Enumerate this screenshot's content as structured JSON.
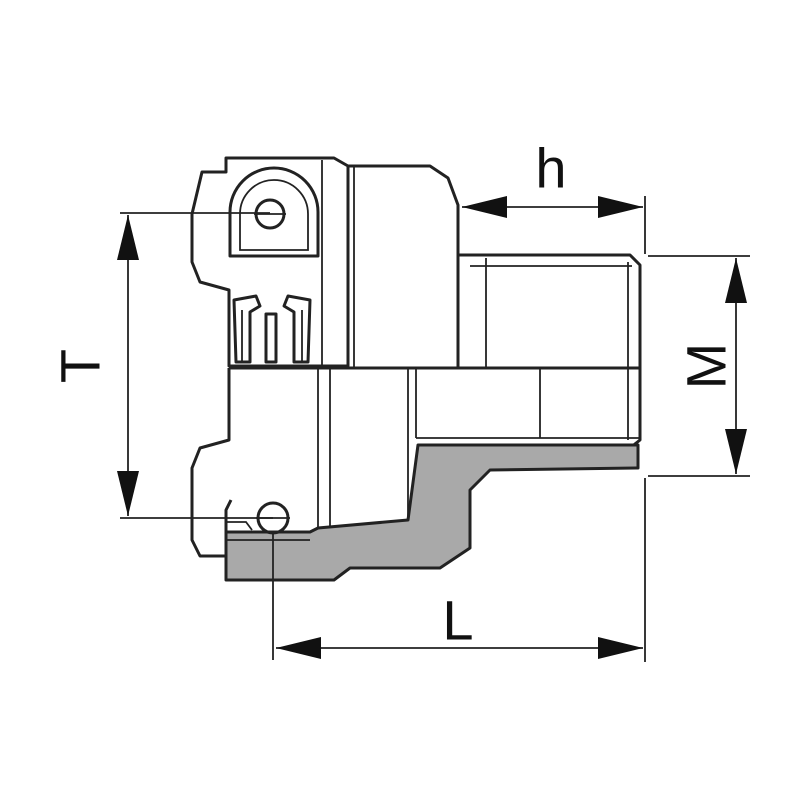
{
  "diagram": {
    "labels": {
      "h": "h",
      "M": "M",
      "T": "T",
      "L": "L"
    },
    "colors": {
      "line": "#222222",
      "section_fill": "#a9a9a9",
      "background": "#ffffff"
    }
  }
}
